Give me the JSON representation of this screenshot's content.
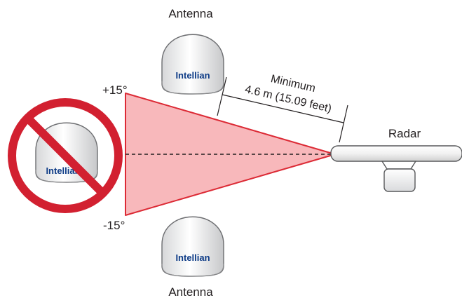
{
  "labels": {
    "antenna_top": "Antenna",
    "antenna_bottom": "Antenna",
    "radar": "Radar",
    "angle_upper": "+15°",
    "angle_lower": "-15°",
    "distance_title": "Minimum",
    "distance_value": "4.6 m (15.09 feet)"
  },
  "antennas": [
    {
      "id": "top",
      "brand": "Intellian",
      "status": "allowed"
    },
    {
      "id": "bottom",
      "brand": "Intellian",
      "status": "allowed"
    },
    {
      "id": "in-beam",
      "brand": "Intellian",
      "status": "prohibited"
    }
  ],
  "colors": {
    "beam_fill": "#f8b8bb",
    "beam_edge": "#dc2a35",
    "prohibited_sign": "#d22030",
    "brand_text": "#0d3b86"
  }
}
